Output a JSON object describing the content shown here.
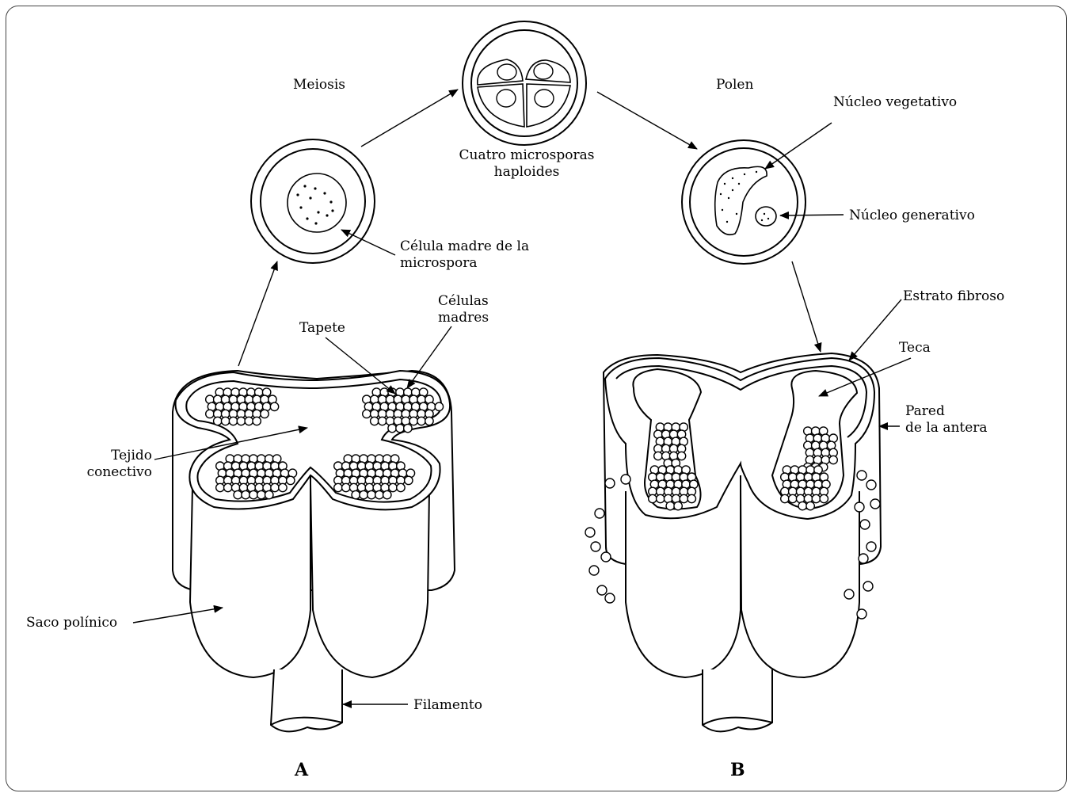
{
  "labels": {
    "meiosis": "Meiosis",
    "cuatro_microsporas": "Cuatro microsporas\nhaploides",
    "polen": "Polen",
    "nucleo_vegetativo": "Núcleo vegetativo",
    "nucleo_generativo": "Núcleo generativo",
    "celula_madre": "Célula madre de la\nmicrospora",
    "celulas_madres": "Células\nmadres",
    "tapete": "Tapete",
    "tejido_conectivo": "Tejido\nconectivo",
    "saco_polinico": "Saco polínico",
    "filamento": "Filamento",
    "estrato_fibroso": "Estrato fibroso",
    "teca": "Teca",
    "pared_antera": "Pared\nde la antera",
    "panel_a": "A",
    "panel_b": "B"
  }
}
